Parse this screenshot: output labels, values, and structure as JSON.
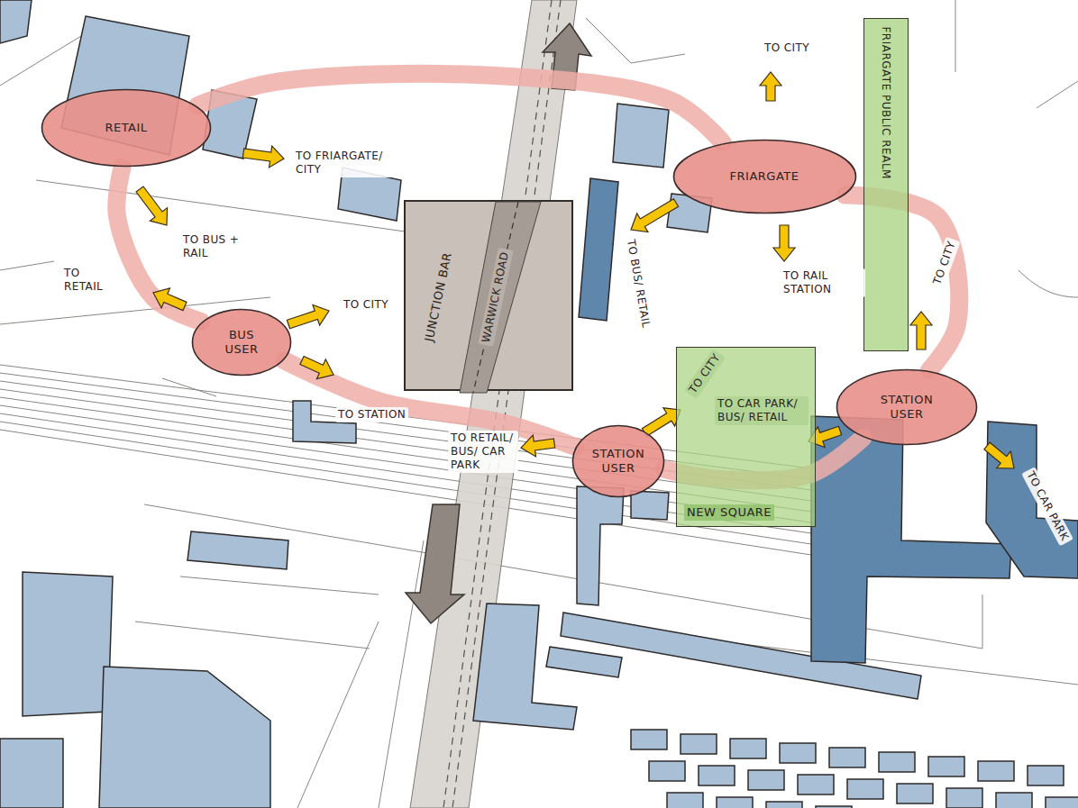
{
  "diagram": {
    "nodes": [
      {
        "text": [
          "RETAIL"
        ]
      },
      {
        "text": [
          "FRIARGATE"
        ]
      },
      {
        "text": [
          "FRIARGATE PUBLIC REALM"
        ]
      },
      {
        "text": [
          "BUS USER"
        ]
      },
      {
        "text": [
          "JUNCTION BAR"
        ]
      },
      {
        "text": [
          "STATION USER"
        ]
      },
      {
        "text": [
          "NEW SQUARE"
        ]
      },
      {
        "text": [
          "STATION USER"
        ]
      }
    ],
    "edges": [
      {
        "from": 0,
        "to": 1,
        "arrow": "none"
      },
      {
        "from": 1,
        "to": 7,
        "arrow": "none"
      },
      {
        "from": 7,
        "to": 5,
        "arrow": "none"
      },
      {
        "from": 5,
        "to": 3,
        "arrow": "none"
      },
      {
        "from": 3,
        "to": 0,
        "arrow": "none"
      }
    ],
    "labels": [
      "TO CITY",
      "TO FRIARGATE/ CITY",
      "TO BUS + RAIL",
      "TO RETAIL",
      "TO CITY",
      "TO STATION",
      "WARWICK ROAD",
      "TO BUS/ RETAIL",
      "TO RAIL STATION",
      "TO CITY",
      "TO RETAIL/ BUS/ CAR PARK",
      "TO CITY",
      "TO CAR PARK/ BUS/ RETAIL",
      "TO CAR PARK"
    ]
  }
}
